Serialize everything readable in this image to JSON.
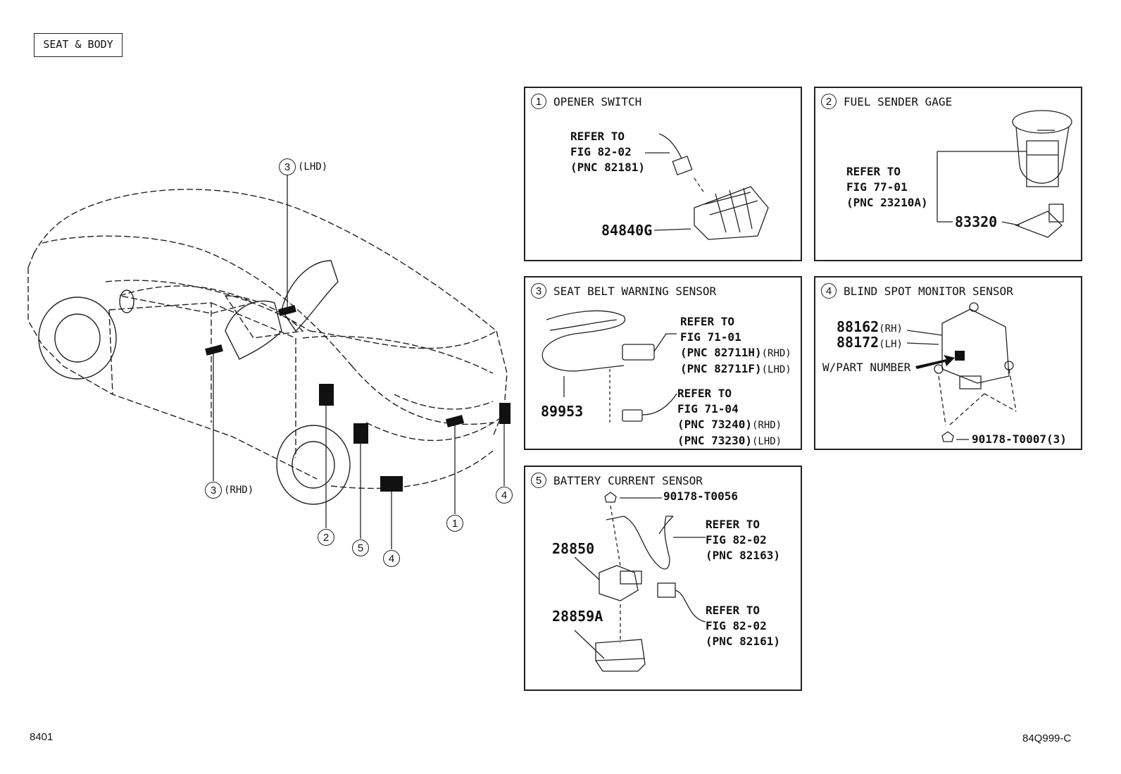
{
  "section_label": "SEAT & BODY",
  "page_number": "8401",
  "figure_code": "84Q999-C",
  "car_callouts": [
    {
      "num": "3",
      "note": "(LHD)"
    },
    {
      "num": "3",
      "note": "(RHD)"
    },
    {
      "num": "2",
      "note": ""
    },
    {
      "num": "5",
      "note": ""
    },
    {
      "num": "4",
      "note": ""
    },
    {
      "num": "1",
      "note": ""
    },
    {
      "num": "4",
      "note": ""
    }
  ],
  "panels": {
    "opener_switch": {
      "num": "1",
      "title": "OPENER SWITCH",
      "ref": [
        "REFER TO",
        "FIG 82-02",
        "(PNC 82181)"
      ],
      "part": "84840G"
    },
    "fuel_sender": {
      "num": "2",
      "title": "FUEL SENDER GAGE",
      "ref": [
        "REFER TO",
        "FIG 77-01",
        "(PNC 23210A)"
      ],
      "part": "83320"
    },
    "seat_belt": {
      "num": "3",
      "title": "SEAT BELT WARNING SENSOR",
      "ref1": [
        "REFER TO",
        "FIG 71-01",
        "(PNC 82711H)",
        "(PNC 82711F)"
      ],
      "ref1_suffix": [
        "(RHD)",
        "(LHD)"
      ],
      "ref2": [
        "REFER TO",
        "FIG 71-04",
        "(PNC 73240)",
        "(PNC 73230)"
      ],
      "ref2_suffix": [
        "(RHD)",
        "(LHD)"
      ],
      "part": "89953"
    },
    "blind_spot": {
      "num": "4",
      "title": "BLIND SPOT MONITOR SENSOR",
      "part_rh": "88162",
      "part_rh_suffix": "(RH)",
      "part_lh": "88172",
      "part_lh_suffix": "(LH)",
      "wpart": "W/PART NUMBER",
      "nut": "90178-T0007(3)"
    },
    "battery": {
      "num": "5",
      "title": "BATTERY CURRENT SENSOR",
      "nut": "90178-T0056",
      "part_sensor": "28850",
      "part_bracket": "28859A",
      "ref1": [
        "REFER TO",
        "FIG 82-02",
        "(PNC 82163)"
      ],
      "ref2": [
        "REFER TO",
        "FIG 82-02",
        "(PNC 82161)"
      ]
    }
  }
}
